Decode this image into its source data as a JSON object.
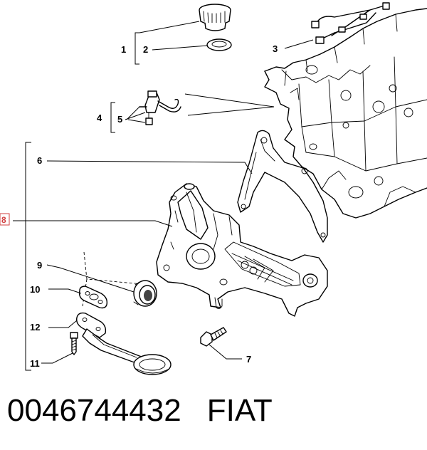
{
  "callouts": {
    "c1": "1",
    "c2": "2",
    "c3": "3",
    "c4": "4",
    "c5": "5",
    "c6": "6",
    "c7": "7",
    "c8": "8",
    "c9": "9",
    "c10": "10",
    "c11": "11",
    "c12": "12"
  },
  "caption": {
    "part_number": "0046744432",
    "brand": "FIAT"
  },
  "colors": {
    "callout_highlight": "#d04040",
    "line": "#000000",
    "background": "#ffffff"
  }
}
